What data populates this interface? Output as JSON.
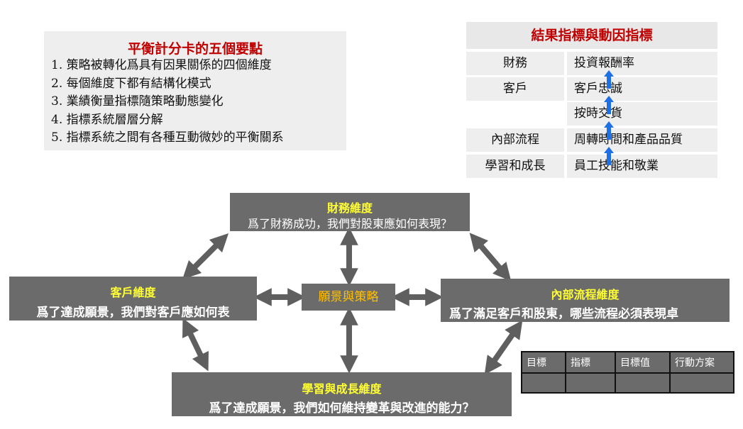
{
  "points": {
    "title": "平衡計分卡的五個要點",
    "items": [
      "1. 策略被轉化爲具有因果關係的四個維度",
      "2. 每個維度下都有結構化模式",
      "3. 業績衡量指標隨策略動態變化",
      "4. 指標系統層層分解",
      "5. 指標系統之間有各種互動微妙的平衡關系"
    ]
  },
  "indicators": {
    "title": "結果指標與動因指標",
    "rows": [
      {
        "dim": "財務",
        "metric": "投資報酬率"
      },
      {
        "dim": "客戶",
        "metric": "客戶忠誠"
      },
      {
        "dim": "",
        "metric": "按時交貨"
      },
      {
        "dim": "內部流程",
        "metric": "周轉時間和產品品質"
      },
      {
        "dim": "學習和成長",
        "metric": "員工技能和敬業"
      }
    ],
    "arrow_color": "#1f6fe5"
  },
  "dimensions": {
    "financial": {
      "title": "財務維度",
      "question": "爲了財務成功，我們對股東應如何表現？"
    },
    "customer": {
      "title": "客戶維度",
      "question": "爲了達成願景，我們對客戶應如何表"
    },
    "process": {
      "title": "內部流程維度",
      "question": "爲了滿足客戶和股東，哪些流程必須表現卓"
    },
    "learning": {
      "title": "學習與成長維度",
      "question": "爲了達成願景，我們如何維持變革與改進的能力？"
    },
    "center": "願景與策略"
  },
  "action_table": {
    "headers": [
      "目標",
      "指標",
      "目標值",
      "行動方案"
    ]
  },
  "colors": {
    "box": "#6b6b6b",
    "title_yellow": "#ffff33",
    "center_gold": "#ffc000",
    "red": "#c00000",
    "arrow_gray": "#5f5f5f"
  }
}
